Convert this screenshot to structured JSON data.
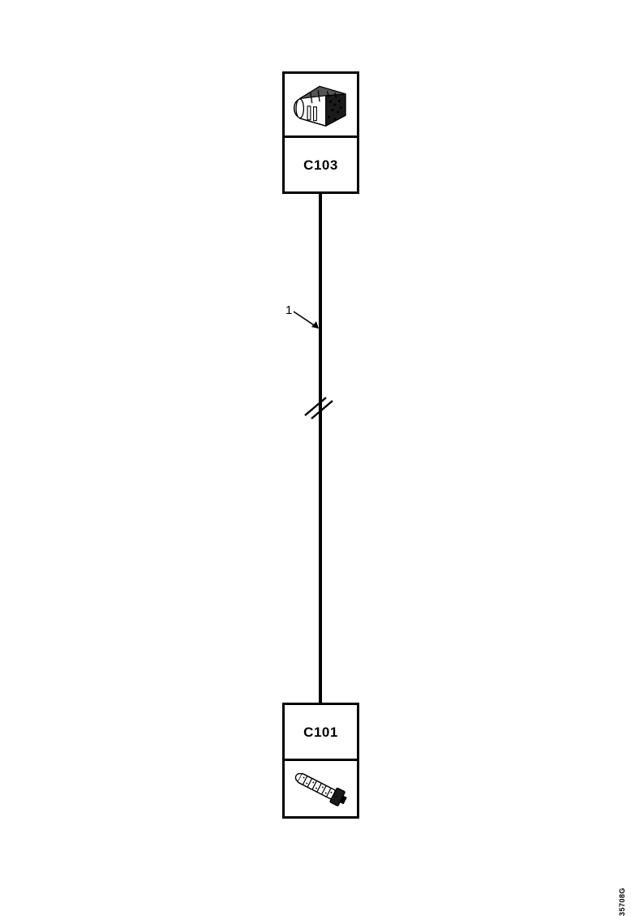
{
  "diagram": {
    "type": "automotive-wiring-harness-schematic",
    "orientation": "vertical",
    "background_color": "#ffffff",
    "line_color": "#000000",
    "drawing_reference": "35708G",
    "connectors": [
      {
        "id": "top-connector",
        "label": "C103",
        "icon_name": "multi-pin-rectangular-connector-icon",
        "position": "top",
        "icon_position": "above-label"
      },
      {
        "id": "bottom-connector",
        "label": "C101",
        "icon_name": "inline-terminal-connector-icon",
        "position": "bottom",
        "icon_position": "below-label"
      }
    ],
    "wires": [
      {
        "number": "1",
        "from": "C103",
        "to": "C101",
        "style": "solid-thick",
        "has_break_marker": true,
        "break_marker_name": "wire-break-symbol"
      }
    ]
  }
}
